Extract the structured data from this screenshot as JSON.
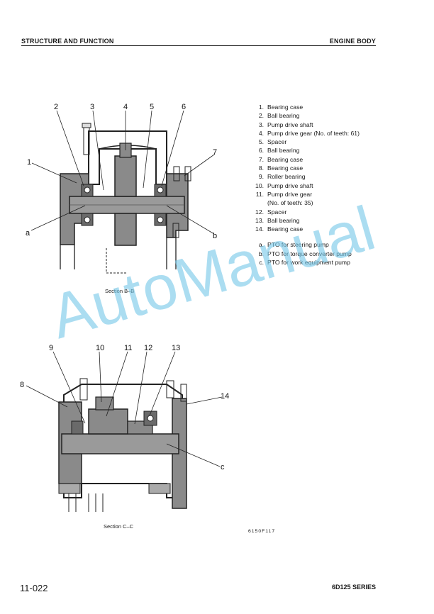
{
  "header": {
    "left": "STRUCTURE AND FUNCTION",
    "right": "ENGINE BODY"
  },
  "legend_numbered": [
    {
      "num": "1.",
      "text": "Bearing case"
    },
    {
      "num": "2.",
      "text": "Ball bearing"
    },
    {
      "num": "3.",
      "text": "Pump drive shaft"
    },
    {
      "num": "4.",
      "text": "Pump drive gear (No. of teeth:  61)"
    },
    {
      "num": "5.",
      "text": "Spacer"
    },
    {
      "num": "6.",
      "text": "Ball bearing"
    },
    {
      "num": "7.",
      "text": "Bearing case"
    },
    {
      "num": "8.",
      "text": "Bearing case"
    },
    {
      "num": "9.",
      "text": "Roller bearing"
    },
    {
      "num": "10.",
      "text": "Pump drive shaft"
    },
    {
      "num": "11.",
      "text": "Pump drive gear"
    },
    {
      "num": "",
      "text": "(No. of teeth:  35)"
    },
    {
      "num": "12.",
      "text": "Spacer"
    },
    {
      "num": "13.",
      "text": "Ball bearing"
    },
    {
      "num": "14.",
      "text": "Bearing case"
    }
  ],
  "legend_lettered": [
    {
      "num": "a.",
      "text": "PTO for steering pump"
    },
    {
      "num": "b.",
      "text": "PTO for torque converter pump"
    },
    {
      "num": "c.",
      "text": "PTO for work equipment pump"
    }
  ],
  "figure_top": {
    "caption": "Section B–B",
    "callouts": [
      "1",
      "2",
      "3",
      "4",
      "5",
      "6",
      "7",
      "a",
      "b"
    ]
  },
  "figure_bottom": {
    "caption": "Section C–C",
    "callouts": [
      "8",
      "9",
      "10",
      "11",
      "12",
      "13",
      "14",
      "c"
    ]
  },
  "figure_code": "6150F117",
  "watermark": "AutoManual",
  "footer": {
    "page": "11-022",
    "series": "6D125 SERIES"
  },
  "colors": {
    "ink": "#1a1a1a",
    "section_fill": "#7a7a7a",
    "watermark": "#78c8e8"
  }
}
